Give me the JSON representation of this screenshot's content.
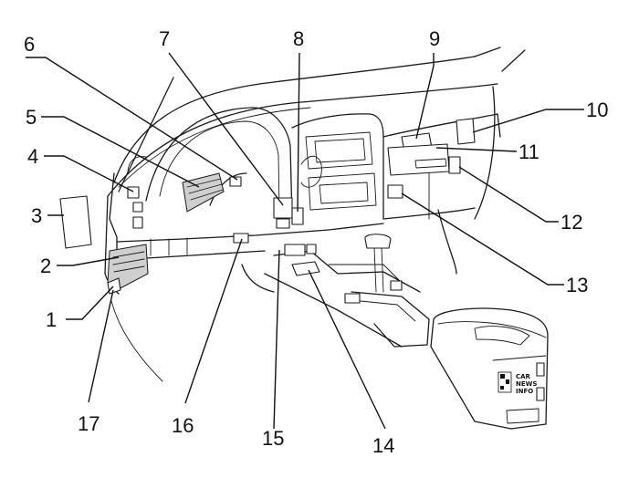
{
  "callouts": [
    {
      "id": "1",
      "label": "1"
    },
    {
      "id": "2",
      "label": "2"
    },
    {
      "id": "3",
      "label": "3"
    },
    {
      "id": "4",
      "label": "4"
    },
    {
      "id": "5",
      "label": "5"
    },
    {
      "id": "6",
      "label": "6"
    },
    {
      "id": "7",
      "label": "7"
    },
    {
      "id": "8",
      "label": "8"
    },
    {
      "id": "9",
      "label": "9"
    },
    {
      "id": "10",
      "label": "10"
    },
    {
      "id": "11",
      "label": "11"
    },
    {
      "id": "12",
      "label": "12"
    },
    {
      "id": "13",
      "label": "13"
    },
    {
      "id": "14",
      "label": "14"
    },
    {
      "id": "15",
      "label": "15"
    },
    {
      "id": "16",
      "label": "16"
    },
    {
      "id": "17",
      "label": "17"
    }
  ],
  "watermark": {
    "lines": [
      "CAR",
      "NEWS",
      "INFO"
    ]
  }
}
